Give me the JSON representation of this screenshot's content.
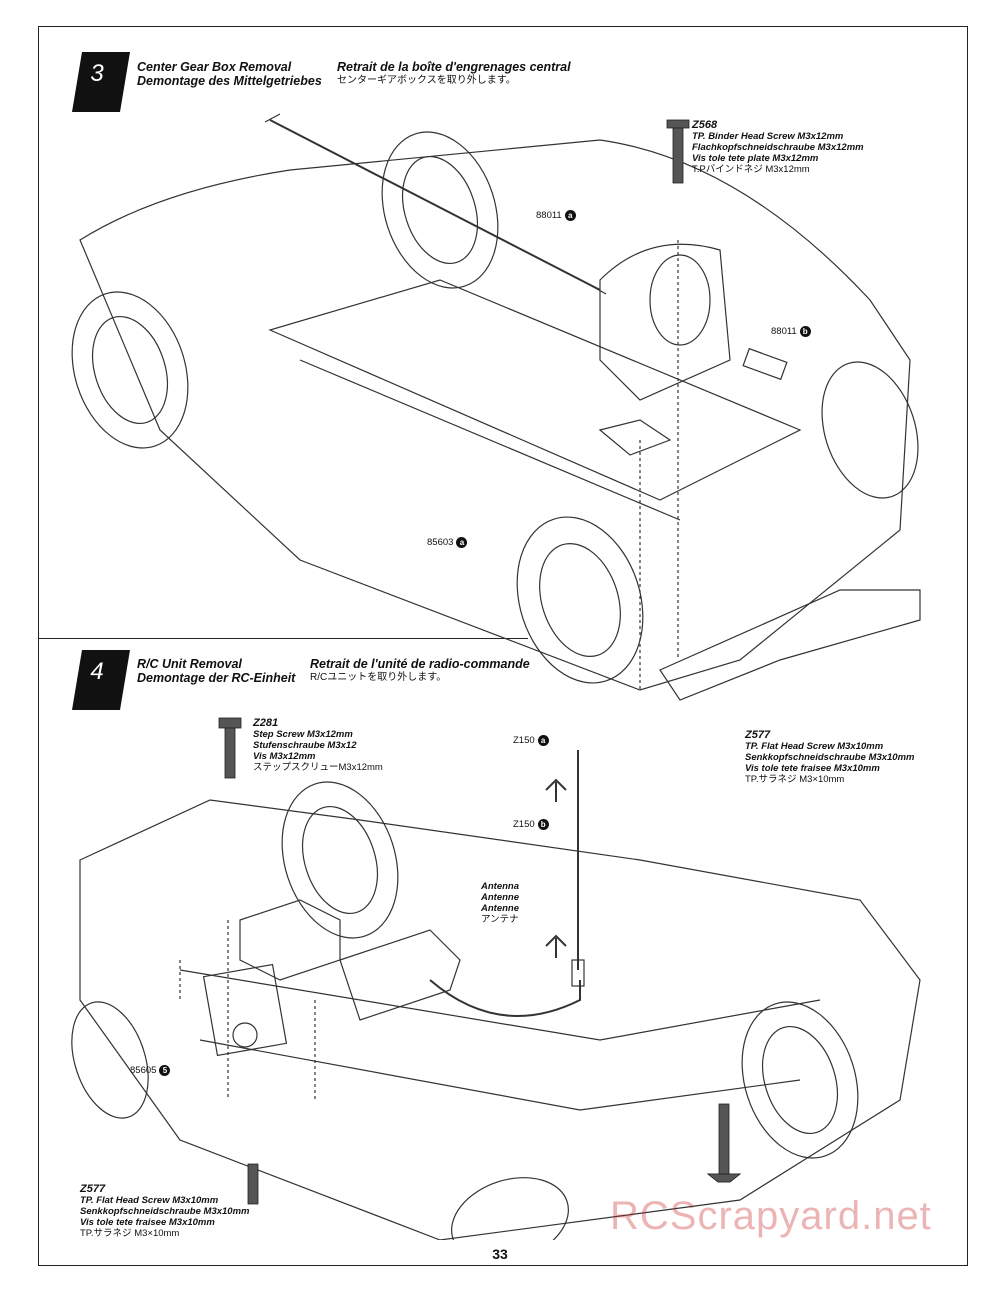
{
  "steps": [
    {
      "number": "3",
      "title_lines": [
        "Center Gear Box Removal",
        "Demontage des Mittelgetriebes"
      ],
      "title_fr": "Retrait de la boîte d'engrenages central",
      "title_jp": "センターギアボックスを取り外します。"
    },
    {
      "number": "4",
      "title_lines": [
        "R/C Unit Removal",
        "Demontage der RC-Einheit"
      ],
      "title_fr": "Retrait de l'unité de radio-commande",
      "title_jp": "R/Cユニットを取り外します。"
    }
  ],
  "screws": {
    "z568": {
      "code": "Z568",
      "en": "TP. Binder Head Screw M3x12mm",
      "de": "Flachkopfschneidschraube M3x12mm",
      "fr": "Vis tole tete plate M3x12mm",
      "jp": "T.Pバインドネジ M3x12mm"
    },
    "z577a": {
      "code": "Z577",
      "en": "TP. Flat Head Screw M3x10mm",
      "de": "Senkkopfschneidschraube M3x10mm",
      "fr": "Vis tole tete fraisee M3x10mm",
      "jp": "TP.サラネジ M3×10mm"
    },
    "z281": {
      "code": "Z281",
      "en": "Step Screw M3x12mm",
      "de": "Stufenschraube M3x12",
      "fr": "Vis M3x12mm",
      "jp": "ステップスクリューM3x12mm"
    },
    "z577b": {
      "code": "Z577",
      "en": "TP. Flat Head Screw M3x10mm",
      "de": "Senkkopfschneidschraube M3x10mm",
      "fr": "Vis tole tete fraisee M3x10mm",
      "jp": "TP.サラネジ M3×10mm"
    }
  },
  "parts": {
    "p88011a": {
      "num": "88011",
      "letter": "a"
    },
    "p88011b": {
      "num": "88011",
      "letter": "b"
    },
    "p85603": {
      "num": "85603",
      "letter": "a"
    },
    "z150a": {
      "num": "Z150",
      "letter": "a"
    },
    "z150b": {
      "num": "Z150",
      "letter": "b"
    },
    "p85605": {
      "num": "85605",
      "letter": "5"
    }
  },
  "antenna_lines": [
    "Antenna",
    "Antenne",
    "Antenne",
    "アンテナ"
  ],
  "page_number": "33",
  "watermark": "RCScrapyard.net"
}
